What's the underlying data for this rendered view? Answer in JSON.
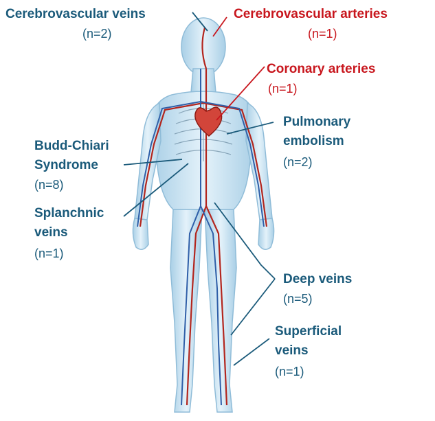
{
  "colors": {
    "vein_label": "#1a5a7a",
    "artery_label": "#c8161d",
    "body": "#cfe6f3",
    "artery": "#b3261e",
    "vein": "#2f5fa8"
  },
  "labels": {
    "cerebro_veins": {
      "line1": "Cerebrovascular veins",
      "count": "(n=2)"
    },
    "cerebro_arteries": {
      "line1": "Cerebrovascular arteries",
      "count": "(n=1)"
    },
    "coronary": {
      "line1": "Coronary arteries",
      "count": "(n=1)"
    },
    "pulmonary": {
      "line1": "Pulmonary",
      "line2": "embolism",
      "count": "(n=2)"
    },
    "budd_chiari": {
      "line1": "Budd-Chiari",
      "line2": "Syndrome",
      "count": "(n=8)"
    },
    "splanchnic": {
      "line1": "Splanchnic",
      "line2": "veins",
      "count": "(n=1)"
    },
    "deep": {
      "line1": "Deep veins",
      "count": "(n=5)"
    },
    "superficial": {
      "line1": "Superficial",
      "line2": "veins",
      "count": "(n=1)"
    }
  }
}
